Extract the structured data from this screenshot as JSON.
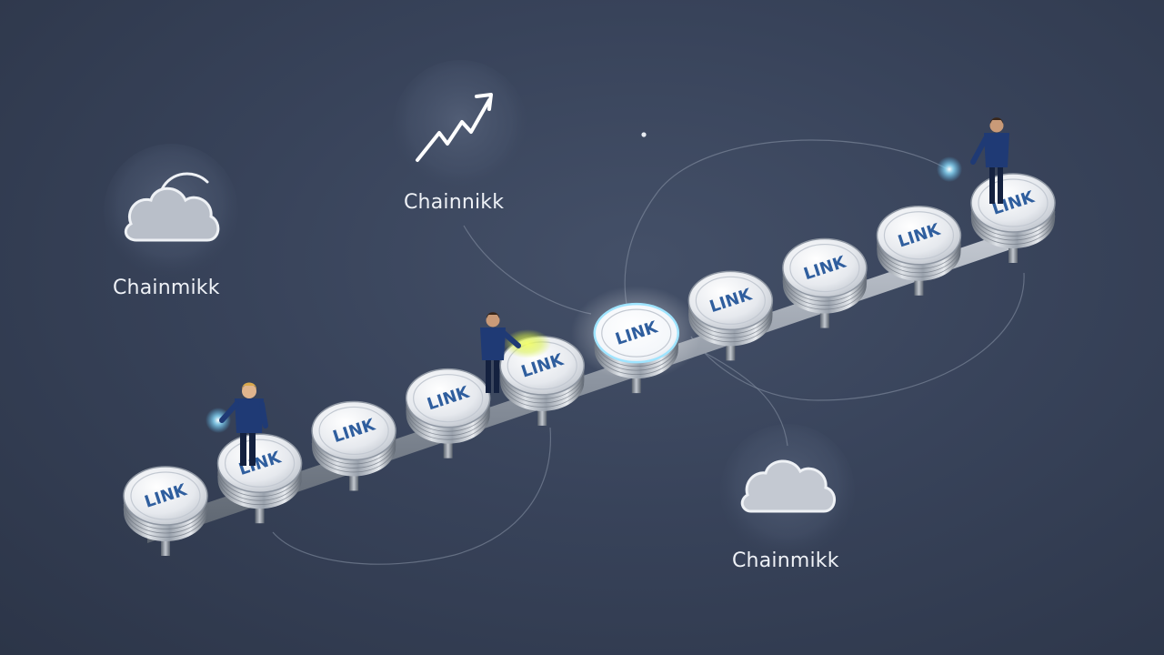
{
  "icons": {
    "growth": "trending-up-icon",
    "cloud_left": "cloud-outline-icon",
    "cloud_right": "cloud-filled-icon"
  },
  "labels": {
    "growth": "Chainnikk",
    "cloud_left": "Chainmikk",
    "cloud_right": "Chainmikk"
  },
  "chain": {
    "token_label": "LINK",
    "token_count": 10,
    "highlighted_token": 6,
    "people_count": 3
  },
  "colors": {
    "background": "#38435a",
    "token_text": "#2f5e9e",
    "glow": "#7fd6ff",
    "highlight": "#e4f25a",
    "suit": "#1e3566"
  }
}
